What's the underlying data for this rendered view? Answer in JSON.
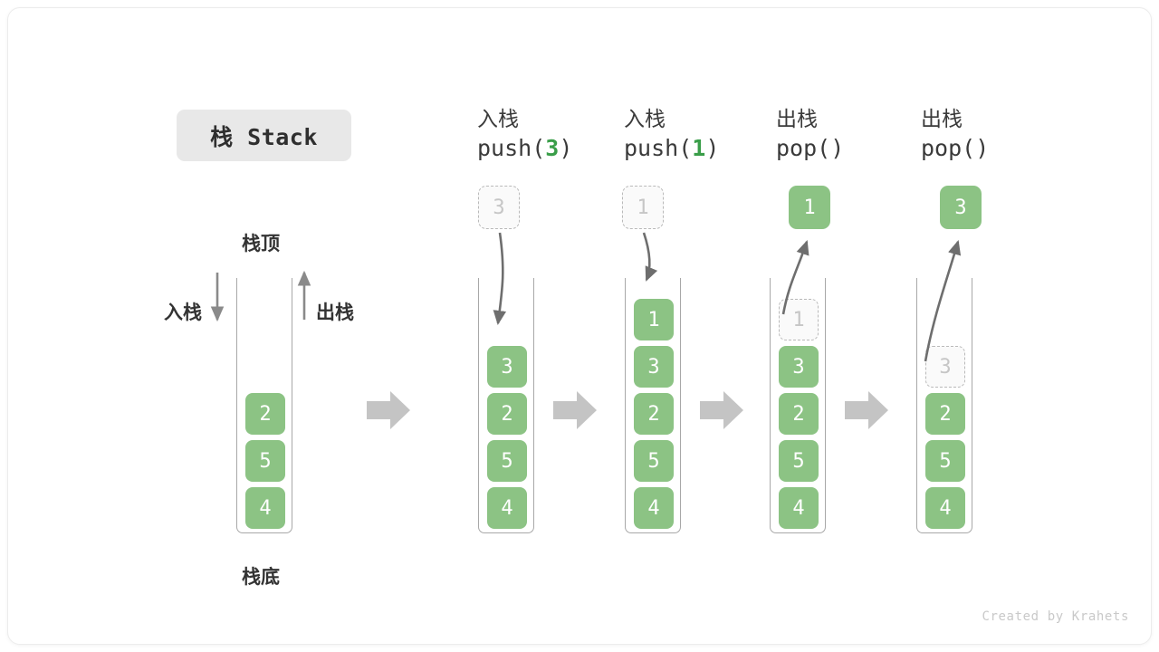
{
  "title_badge": "栈 Stack",
  "labels": {
    "top": "栈顶",
    "bottom": "栈底",
    "push": "入栈",
    "pop": "出栈"
  },
  "credit": "Created by Krahets",
  "colors": {
    "item_green": "#8cc384",
    "accent_green": "#3a9e49",
    "ghost_border": "#b9b9b9",
    "ghost_fill": "#fafafa",
    "ghost_text": "#c6c6c6",
    "tube_border": "#a8a8a8",
    "arrow_gray": "#6e6e6e",
    "step_arrow_gray": "#c4c4c4",
    "badge_bg": "#e8e8e8",
    "text_dark": "#3a3a3a"
  },
  "columns": [
    {
      "id": "initial",
      "header_cn": "",
      "header_code": "",
      "items": [
        {
          "value": "4",
          "state": "filled"
        },
        {
          "value": "5",
          "state": "filled"
        },
        {
          "value": "2",
          "state": "filled"
        }
      ],
      "floating": null
    },
    {
      "id": "push-3",
      "header_cn": "入栈",
      "header_code_prefix": "push(",
      "header_code_arg": "3",
      "header_code_suffix": ")",
      "items": [
        {
          "value": "4",
          "state": "filled"
        },
        {
          "value": "5",
          "state": "filled"
        },
        {
          "value": "2",
          "state": "filled"
        },
        {
          "value": "3",
          "state": "filled"
        }
      ],
      "floating": {
        "value": "3",
        "state": "ghost",
        "direction": "down"
      }
    },
    {
      "id": "push-1",
      "header_cn": "入栈",
      "header_code_prefix": "push(",
      "header_code_arg": "1",
      "header_code_suffix": ")",
      "items": [
        {
          "value": "4",
          "state": "filled"
        },
        {
          "value": "5",
          "state": "filled"
        },
        {
          "value": "2",
          "state": "filled"
        },
        {
          "value": "3",
          "state": "filled"
        },
        {
          "value": "1",
          "state": "filled"
        }
      ],
      "floating": {
        "value": "1",
        "state": "ghost",
        "direction": "down"
      }
    },
    {
      "id": "pop-1",
      "header_cn": "出栈",
      "header_code_prefix": "pop(",
      "header_code_arg": "",
      "header_code_suffix": ")",
      "items": [
        {
          "value": "4",
          "state": "filled"
        },
        {
          "value": "5",
          "state": "filled"
        },
        {
          "value": "2",
          "state": "filled"
        },
        {
          "value": "3",
          "state": "filled"
        },
        {
          "value": "1",
          "state": "ghost"
        }
      ],
      "floating": {
        "value": "1",
        "state": "filled",
        "direction": "up"
      }
    },
    {
      "id": "pop-2",
      "header_cn": "出栈",
      "header_code_prefix": "pop(",
      "header_code_arg": "",
      "header_code_suffix": ")",
      "items": [
        {
          "value": "4",
          "state": "filled"
        },
        {
          "value": "5",
          "state": "filled"
        },
        {
          "value": "2",
          "state": "filled"
        },
        {
          "value": "3",
          "state": "ghost"
        }
      ],
      "floating": {
        "value": "3",
        "state": "filled",
        "direction": "up"
      }
    }
  ]
}
